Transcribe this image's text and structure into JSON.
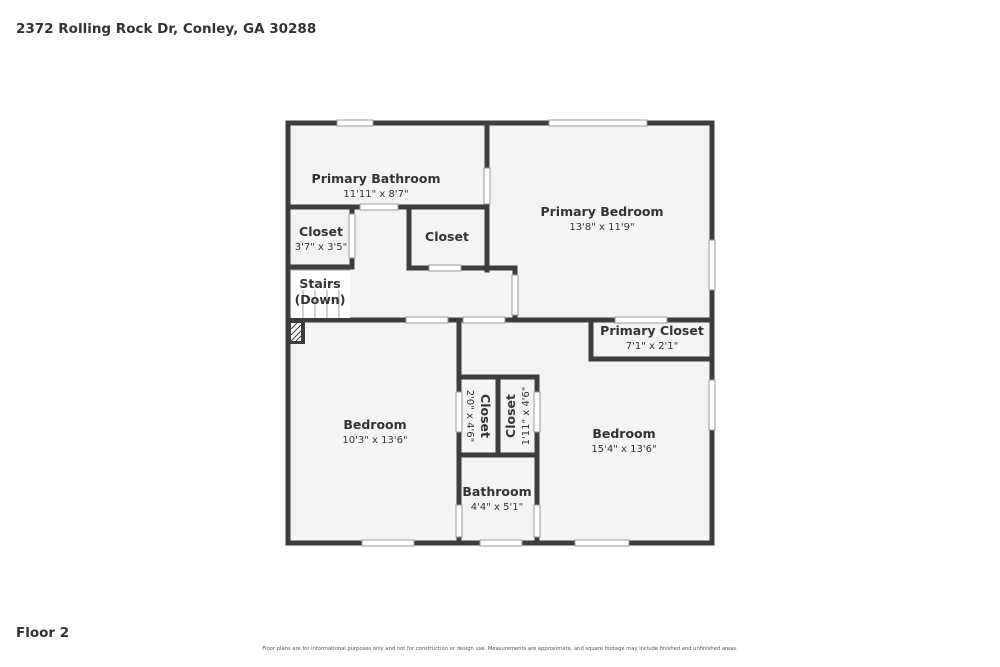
{
  "header": {
    "address": "2372 Rolling Rock Dr, Conley, GA 30288"
  },
  "footer": {
    "floor": "Floor 2",
    "disclaimer": "Floor plans are for informational purposes only and not for construction or design use. Measurements are approximate, and square footage may include finished and unfinished areas."
  },
  "rooms": {
    "primary_bathroom": {
      "name": "Primary Bathroom",
      "dims": "11'11\" x 8'7\""
    },
    "primary_bedroom": {
      "name": "Primary Bedroom",
      "dims": "13'8\" x 11'9\""
    },
    "closet_small": {
      "name": "Closet",
      "dims": "3'7\" x 3'5\""
    },
    "closet_center": {
      "name": "Closet"
    },
    "stairs": {
      "name_line1": "Stairs",
      "name_line2": "(Down)"
    },
    "primary_closet": {
      "name": "Primary Closet",
      "dims": "7'1\" x 2'1\""
    },
    "bedroom_left": {
      "name": "Bedroom",
      "dims": "10'3\" x 13'6\""
    },
    "closet_a": {
      "name": "Closet",
      "dims": "2'0\" x 4'6\""
    },
    "closet_b": {
      "name": "Closet",
      "dims": "1'11\" x 4'6\""
    },
    "bedroom_right": {
      "name": "Bedroom",
      "dims": "15'4\" x 13'6\""
    },
    "bathroom": {
      "name": "Bathroom",
      "dims": "4'4\" x 5'1\""
    }
  },
  "colors": {
    "wall": "#3d3d3d",
    "floor": "#f4f4f4"
  }
}
